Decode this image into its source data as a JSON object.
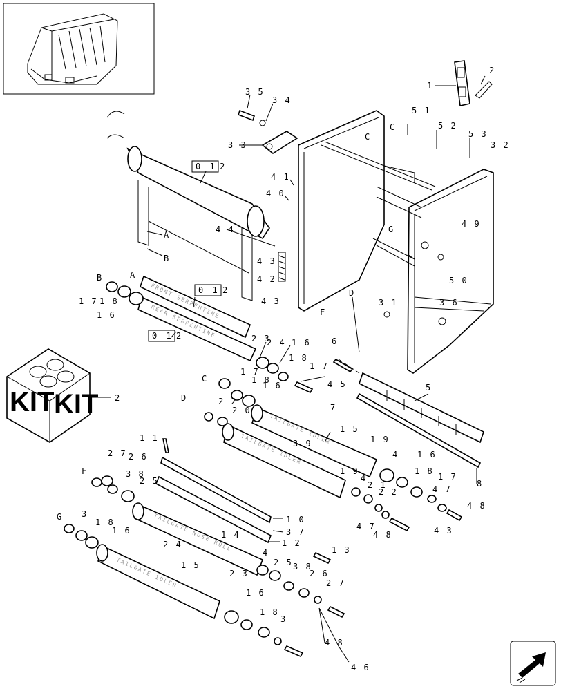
{
  "thumbnail": {
    "alt": "baler overview"
  },
  "kit_box": {
    "face1": "KIT",
    "face2": "KIT",
    "callout": "2"
  },
  "ref_boxes": [
    "0 1",
    "0 1",
    "0 1"
  ],
  "ref_suffix": "2",
  "roll_texts": {
    "front_serpentine": "FRONT SERPENTINE",
    "rear_serpentine": "REAR SERPENTINE",
    "tailgate_idler_1": "TAILGATE IDLER",
    "tailgate_idler_2": "TAILGATE IDLER",
    "tailgate_nose_roll": "TAILGATE NOSE ROLL",
    "tailgate_idler_3": "TAILGATE IDLER"
  },
  "callouts": [
    "1",
    "2",
    "3 5",
    "3 4",
    "3 3",
    "5 1",
    "5 2",
    "5 3",
    "3 2",
    "C",
    "C",
    "4 1",
    "4 0",
    "G",
    "4 9",
    "4 4",
    "4 3",
    "4 2",
    "4 3",
    "5 0",
    "A",
    "B",
    "B",
    "A",
    "1 7",
    "1 8",
    "1 6",
    "D",
    "F",
    "3 1",
    "3 6",
    "2 3",
    "2 4",
    "1 6",
    "6",
    "1 8",
    "1 7",
    "4 5",
    "7",
    "5",
    "C",
    "1 7",
    "1 8",
    "1 6",
    "D",
    "2 2",
    "2 0",
    "1 5",
    "3 9",
    "1 9",
    "4",
    "1 6",
    "8",
    "1 1",
    "2 7",
    "2 6",
    "F",
    "3 8",
    "2 5",
    "1 9",
    "2 1",
    "2 2",
    "4",
    "1 8",
    "1 7",
    "4 7",
    "4 8",
    "4 7",
    "4 8",
    "4 3",
    "1 0",
    "3 7",
    "1 2",
    "G",
    "3",
    "1 8",
    "1 6",
    "2 4",
    "1 4",
    "4",
    "1 3",
    "2 5",
    "2 3",
    "3 8",
    "2 6",
    "2 7",
    "1 5",
    "1 6",
    "1 8",
    "3",
    "4 8",
    "4 6"
  ]
}
